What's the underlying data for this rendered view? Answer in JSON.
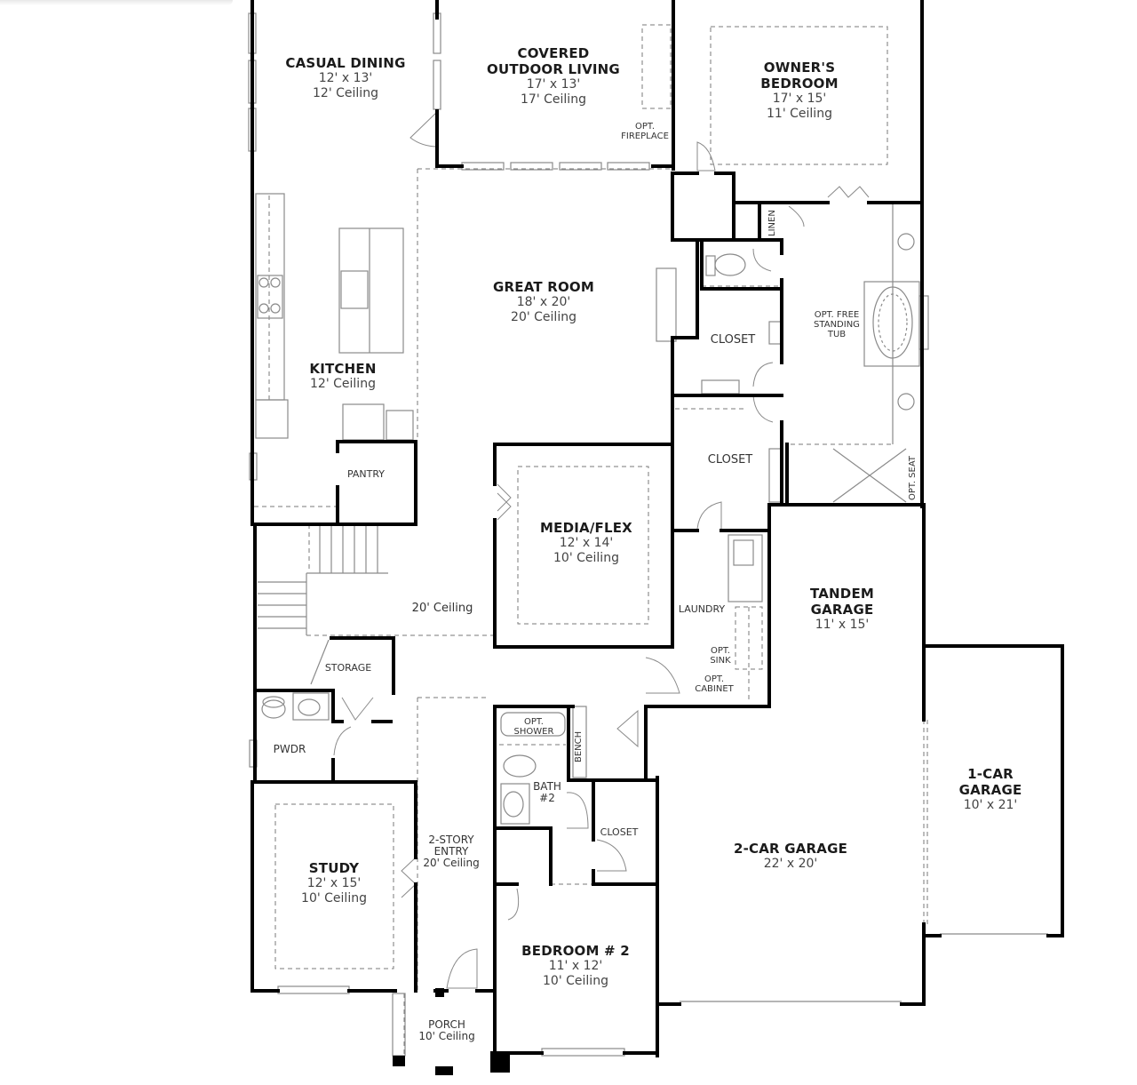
{
  "plan": {
    "wall_color": "#000000",
    "fixture_color": "#8a8a8a",
    "dash_color": "#7a7a7a",
    "rooms": [
      {
        "id": "casual_dining",
        "name": "CASUAL DINING",
        "dim": "12' x 13'",
        "ceiling": "12' Ceiling"
      },
      {
        "id": "covered_outdoor",
        "name": "COVERED\nOUTDOOR LIVING",
        "name_l1": "COVERED",
        "name_l2": "OUTDOOR LIVING",
        "dim": "17' x 13'",
        "ceiling": "17' Ceiling"
      },
      {
        "id": "owners_bedroom",
        "name_l1": "OWNER'S",
        "name_l2": "BEDROOM",
        "dim": "17' x 15'",
        "ceiling": "11' Ceiling"
      },
      {
        "id": "great_room",
        "name": "GREAT ROOM",
        "dim": "18' x 20'",
        "ceiling": "20' Ceiling"
      },
      {
        "id": "kitchen",
        "name": "KITCHEN",
        "ceiling": "12' Ceiling"
      },
      {
        "id": "media_flex",
        "name": "MEDIA/FLEX",
        "dim": "12' x 14'",
        "ceiling": "10' Ceiling"
      },
      {
        "id": "tandem_garage",
        "name_l1": "TANDEM",
        "name_l2": "GARAGE",
        "dim": "11' x 15'"
      },
      {
        "id": "one_car_garage",
        "name_l1": "1-CAR",
        "name_l2": "GARAGE",
        "dim": "10' x 21'"
      },
      {
        "id": "two_car_garage",
        "name": "2-CAR GARAGE",
        "dim": "22' x 20'"
      },
      {
        "id": "study",
        "name": "STUDY",
        "dim": "12' x 15'",
        "ceiling": "10' Ceiling"
      },
      {
        "id": "bedroom_2",
        "name": "BEDROOM # 2",
        "dim": "11' x 12'",
        "ceiling": "10' Ceiling"
      }
    ],
    "small_labels": {
      "opt_fireplace_l1": "OPT.",
      "opt_fireplace_l2": "FIREPLACE",
      "linen": "LINEN",
      "closet_upper": "CLOSET",
      "closet_lower": "CLOSET",
      "closet_bath2": "CLOSET",
      "opt_tub_l1": "OPT. FREE",
      "opt_tub_l2": "STANDING",
      "opt_tub_l3": "TUB",
      "opt_seat": "OPT. SEAT",
      "pantry": "PANTRY",
      "stair_ceiling": "20' Ceiling",
      "storage": "STORAGE",
      "pwdr": "PWDR",
      "laundry": "LAUNDRY",
      "opt_sink_l1": "OPT.",
      "opt_sink_l2": "SINK",
      "opt_cabinet_l1": "OPT.",
      "opt_cabinet_l2": "CABINET",
      "opt_shower_l1": "OPT.",
      "opt_shower_l2": "SHOWER",
      "bench": "BENCH",
      "bath2_l1": "BATH",
      "bath2_l2": "#2",
      "entry_l1": "2-STORY",
      "entry_l2": "ENTRY",
      "entry_l3": "20' Ceiling",
      "porch_l1": "PORCH",
      "porch_l2": "10' Ceiling"
    }
  }
}
